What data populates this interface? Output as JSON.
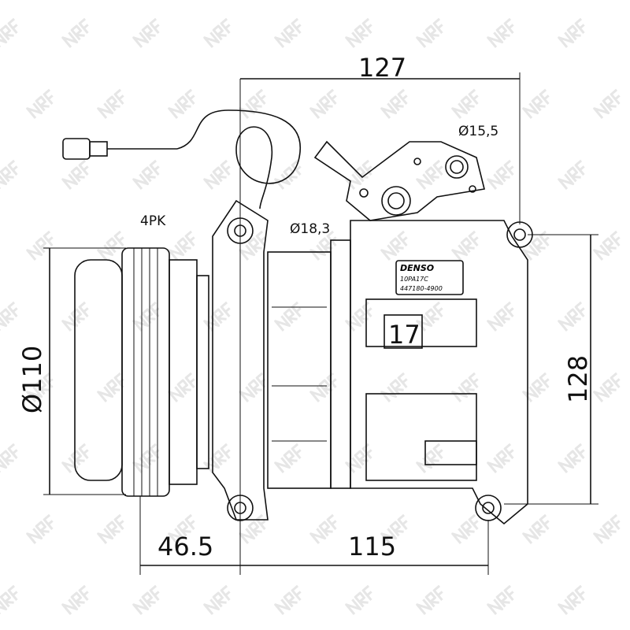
{
  "watermark": "NRF",
  "dimensions": {
    "width_top": "127",
    "hole_small": "Ø15,5",
    "hole_large": "Ø18,3",
    "belt": "4PK",
    "pulley_diameter": "Ø110",
    "height": "128",
    "pulley_offset": "46.5",
    "mount_spacing": "115",
    "detail_number": "17"
  },
  "nameplate": {
    "brand": "DENSO",
    "model": "10PA17C",
    "part_number": "447180-4900"
  }
}
